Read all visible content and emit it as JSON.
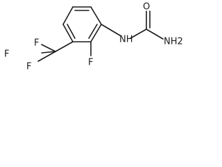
{
  "molecule": {
    "atoms": {
      "f_ring": "F",
      "nh": "NH",
      "o": "O",
      "nh2": "NH2",
      "f_top": "F",
      "f_left": "F",
      "f_bottom": "F"
    }
  },
  "colors": {
    "bond": "#1a1a1a",
    "label": "#1a1a1a",
    "background": "#ffffff"
  }
}
